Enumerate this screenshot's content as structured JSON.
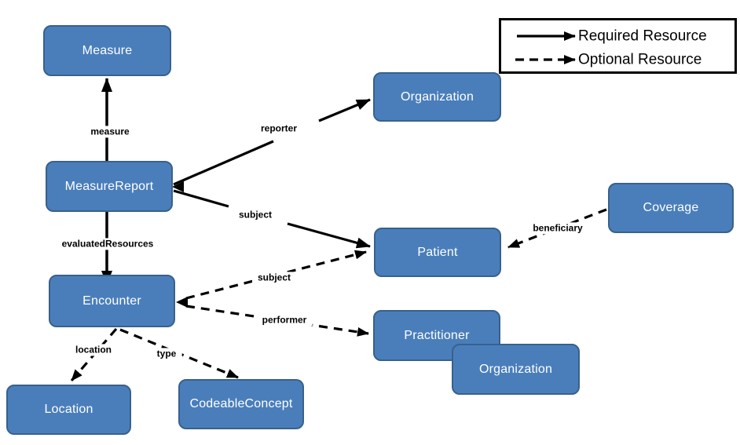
{
  "legend": {
    "required_label": "Required Resource",
    "optional_label": "Optional Resource"
  },
  "nodes": {
    "measure": "Measure",
    "organization_top": "Organization",
    "measure_report": "MeasureReport",
    "coverage": "Coverage",
    "patient": "Patient",
    "encounter": "Encounter",
    "practitioner": "Practitioner",
    "organization_bottom": "Organization",
    "location": "Location",
    "codeable_concept": "CodeableConcept"
  },
  "edges": {
    "measure": "measure",
    "reporter": "reporter",
    "subject_required": "subject",
    "evaluated_resources": "evaluatedResources",
    "subject_optional": "subject",
    "performer": "performer",
    "location": "location",
    "type": "type",
    "beneficiary": "beneficiary"
  },
  "colors": {
    "node_fill": "#4a7ebb",
    "node_border": "#38618c",
    "arrow": "#000000"
  }
}
